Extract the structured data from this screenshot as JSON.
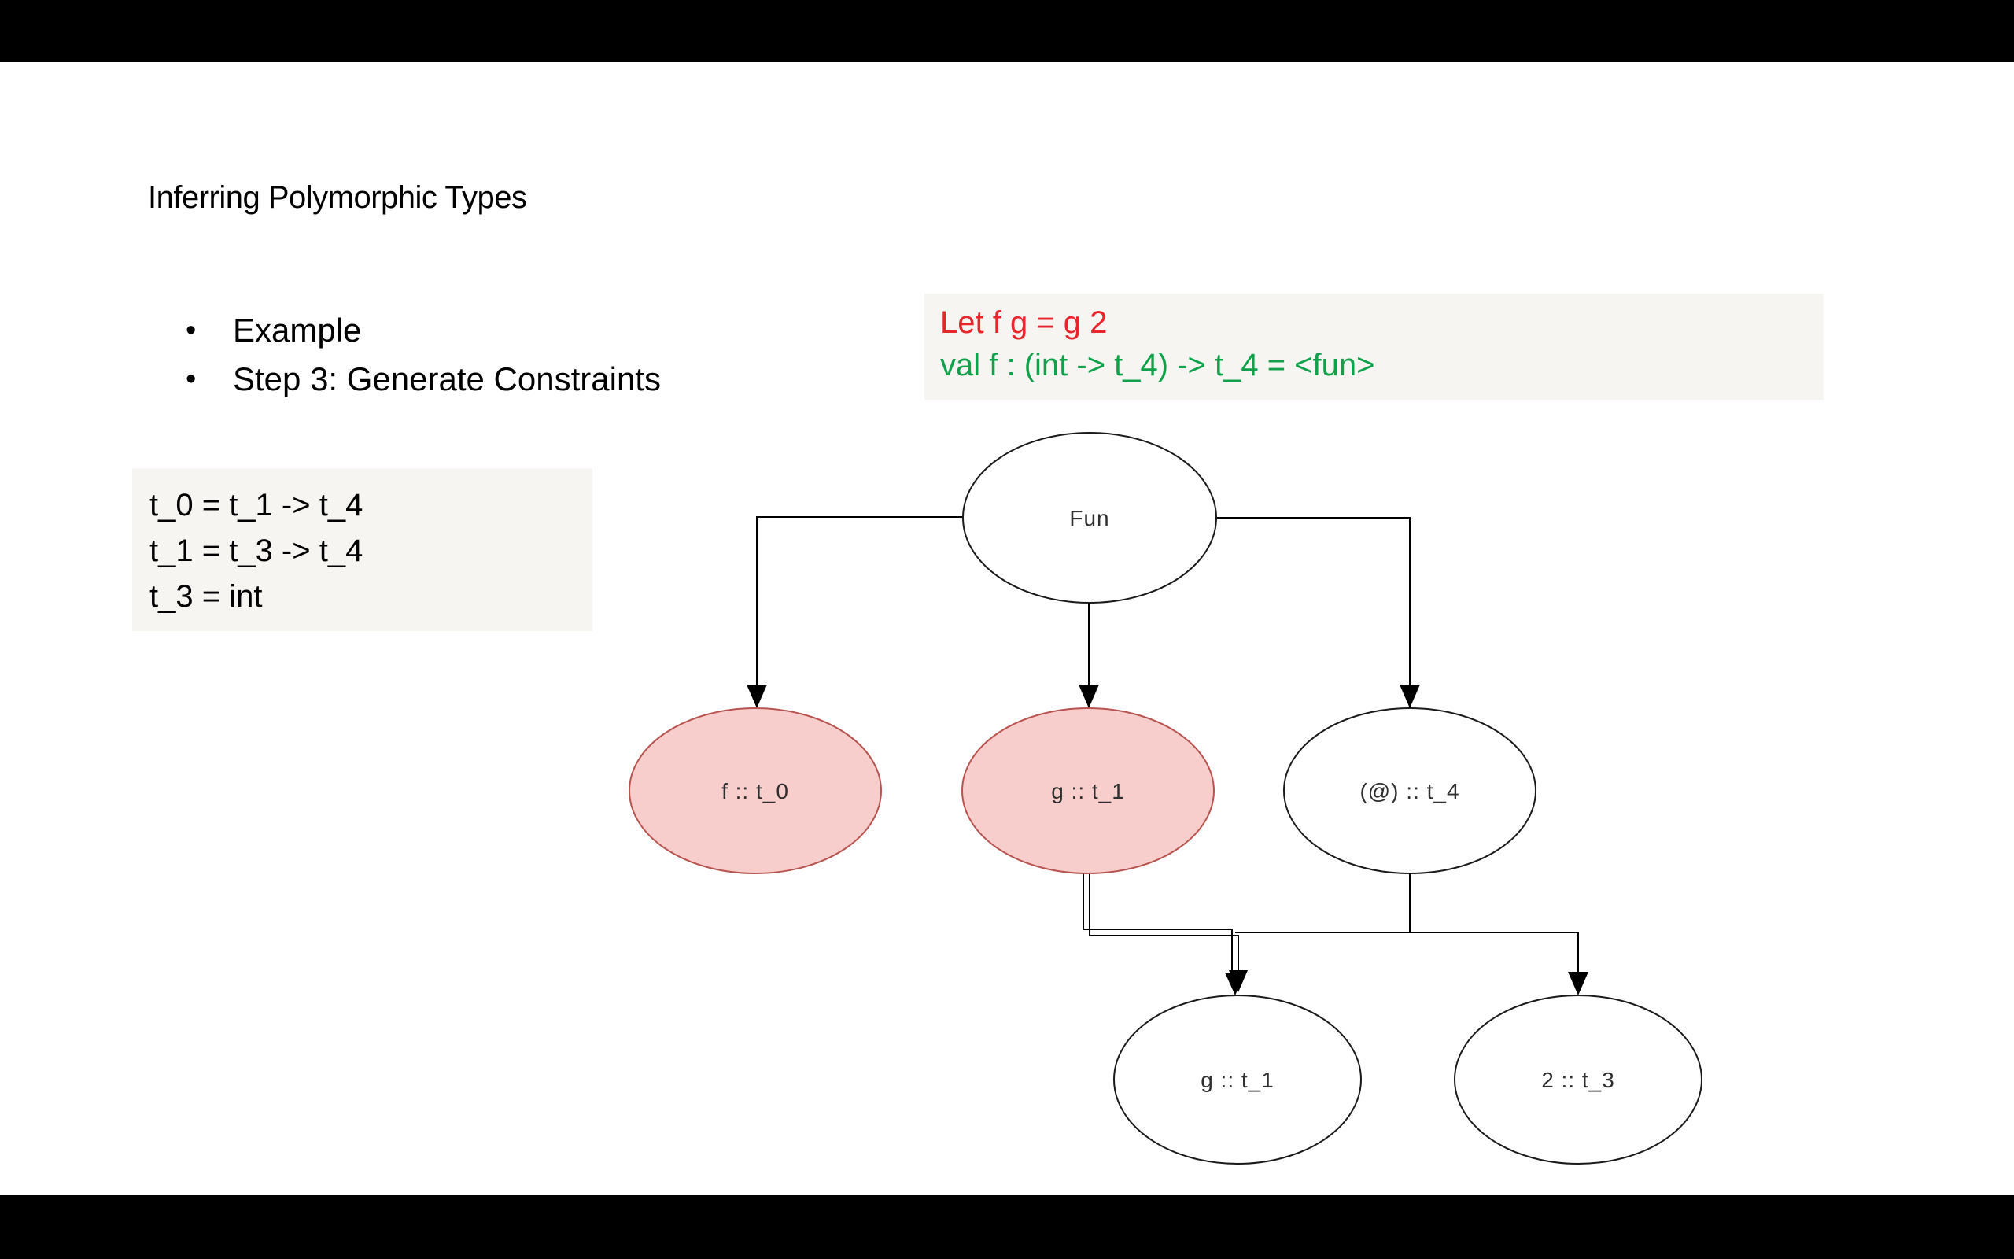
{
  "page": {
    "background": "#000000",
    "slide_background": "#ffffff",
    "panel_background": "#f6f5f2"
  },
  "slide": {
    "title": "Inferring Polymorphic Types",
    "bullets": [
      "Example",
      "Step 3: Generate Constraints"
    ],
    "code_block": {
      "lines": [
        {
          "text": "Let f g = g 2",
          "color": "#e8252a"
        },
        {
          "text": "val f : (int -> t_4) -> t_4 = <fun>",
          "color": "#12a14b"
        }
      ]
    },
    "constraints_block": {
      "lines": [
        "t_0 = t_1 -> t_4",
        "t_1 = t_3 -> t_4",
        "t_3 = int"
      ]
    }
  },
  "diagram": {
    "node_colors": {
      "highlight_fill": "#f8cecc",
      "highlight_stroke": "#b85450",
      "default_fill": "#ffffff",
      "default_stroke": "#1a1a1a"
    },
    "nodes": {
      "fun": {
        "label": "Fun",
        "highlighted": false
      },
      "f_t0": {
        "label": "f :: t_0",
        "highlighted": true
      },
      "g_t1": {
        "label": "g :: t_1",
        "highlighted": true
      },
      "app_t4": {
        "label": "(@) :: t_4",
        "highlighted": false
      },
      "g_t1_leaf": {
        "label": "g :: t_1",
        "highlighted": false
      },
      "two_t3": {
        "label": "2 :: t_3",
        "highlighted": false
      }
    },
    "edges": [
      {
        "from": "fun",
        "to": "f_t0",
        "style": "single-arrow"
      },
      {
        "from": "fun",
        "to": "g_t1",
        "style": "single-arrow"
      },
      {
        "from": "fun",
        "to": "app_t4",
        "style": "single-arrow"
      },
      {
        "from": "g_t1",
        "to": "g_t1_leaf",
        "style": "double-line-arrow"
      },
      {
        "from": "app_t4",
        "to": "g_t1_leaf",
        "style": "single-line"
      },
      {
        "from": "app_t4",
        "to": "two_t3",
        "style": "single-arrow"
      }
    ]
  }
}
